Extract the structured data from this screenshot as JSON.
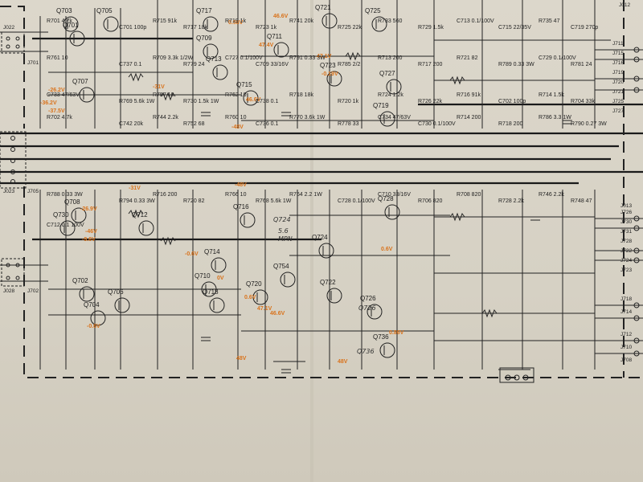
{
  "transistors": {
    "upper": [
      "Q703",
      "Q701",
      "Q705",
      "Q709",
      "Q717",
      "Q711",
      "Q713",
      "Q707",
      "Q715",
      "Q721",
      "Q723",
      "Q725",
      "Q727",
      "Q719"
    ],
    "lower": [
      "Q708",
      "Q730",
      "Q712",
      "Q702",
      "Q704",
      "Q706",
      "Q710",
      "Q718",
      "Q714",
      "Q716",
      "Q720",
      "Q722",
      "Q724",
      "Q728",
      "Q726",
      "Q736",
      "Q754"
    ]
  },
  "voltages": [
    "-36.2V",
    "-26.2V",
    "-37.5V",
    "46.6V",
    "-0.19V",
    "0.58V",
    "47.1V",
    "46.6V",
    "47.4V",
    "-26.9V",
    "-46V",
    "-0.6V",
    "0V",
    "0.6V",
    "-31V",
    "-48V",
    "48V",
    "-31V",
    "-48V",
    "48V",
    "47.1V",
    "-0.6V",
    "-9.6V",
    "46.6V",
    "0.6V",
    "0.86V"
  ],
  "components": [
    "R701 4.7k",
    "C701 100p",
    "R715 91k",
    "R717 18k",
    "R719 1k",
    "R723 1k",
    "R741 20k",
    "R725 22k",
    "R733 560",
    "R729 1.5k",
    "C713 0.1/100V",
    "C715 22/35V",
    "R735 47",
    "C719 270p",
    "R761 10",
    "C737 0.1",
    "R709 3.3k 1/2W",
    "R779 24",
    "C727 0.1/100V",
    "C709 33/16V",
    "R791 0.33 3W",
    "R785 2/2",
    "R713 200",
    "R717 200",
    "R721 82",
    "R789 0.33 3W",
    "C729 0.1/100V",
    "R781 24",
    "C733 47/63V",
    "R769 5.6k 1W",
    "R757 10",
    "R730 1.5k 1W",
    "R762 10",
    "C738 0.1",
    "R718 18k",
    "R720 1k",
    "R724 1.2k",
    "R726 22k",
    "R716 91k",
    "C702 100p",
    "R714 1.5k",
    "R704 33k",
    "R702 4.7k",
    "C742 20k",
    "R744 2.2k",
    "R752 68",
    "R760 10",
    "C736 0.1",
    "R770 3.6k 1W",
    "R778 33",
    "C734 47/63V",
    "C730 0.1/100V",
    "R714 200",
    "R718 200",
    "R786 3.3 1W",
    "R790 0.27 3W",
    "R788 0.33 3W",
    "R794 0.33 3W",
    "R716 200",
    "R720 82",
    "R766 10",
    "R768 5.6k 1W",
    "R764 2.2 1W",
    "C728 0.1/100V",
    "C710 33/16V",
    "R706 820",
    "R708 820",
    "R728 2.2k",
    "R746 2.2k",
    "R748 47",
    "C712 0.1 100V"
  ],
  "jacks": [
    "J711",
    "J715",
    "J716",
    "J719",
    "J720",
    "J721",
    "J725",
    "J727",
    "J726",
    "J730",
    "J731",
    "J728",
    "J722",
    "J724",
    "J723",
    "J718",
    "J714",
    "J712",
    "J710",
    "J708",
    "J022",
    "J701",
    "J023",
    "J705",
    "J028",
    "J702",
    "J012",
    "J013"
  ],
  "pen_notes": [
    "Q724",
    "5.6",
    "MPN",
    "Q736",
    "Q726"
  ]
}
